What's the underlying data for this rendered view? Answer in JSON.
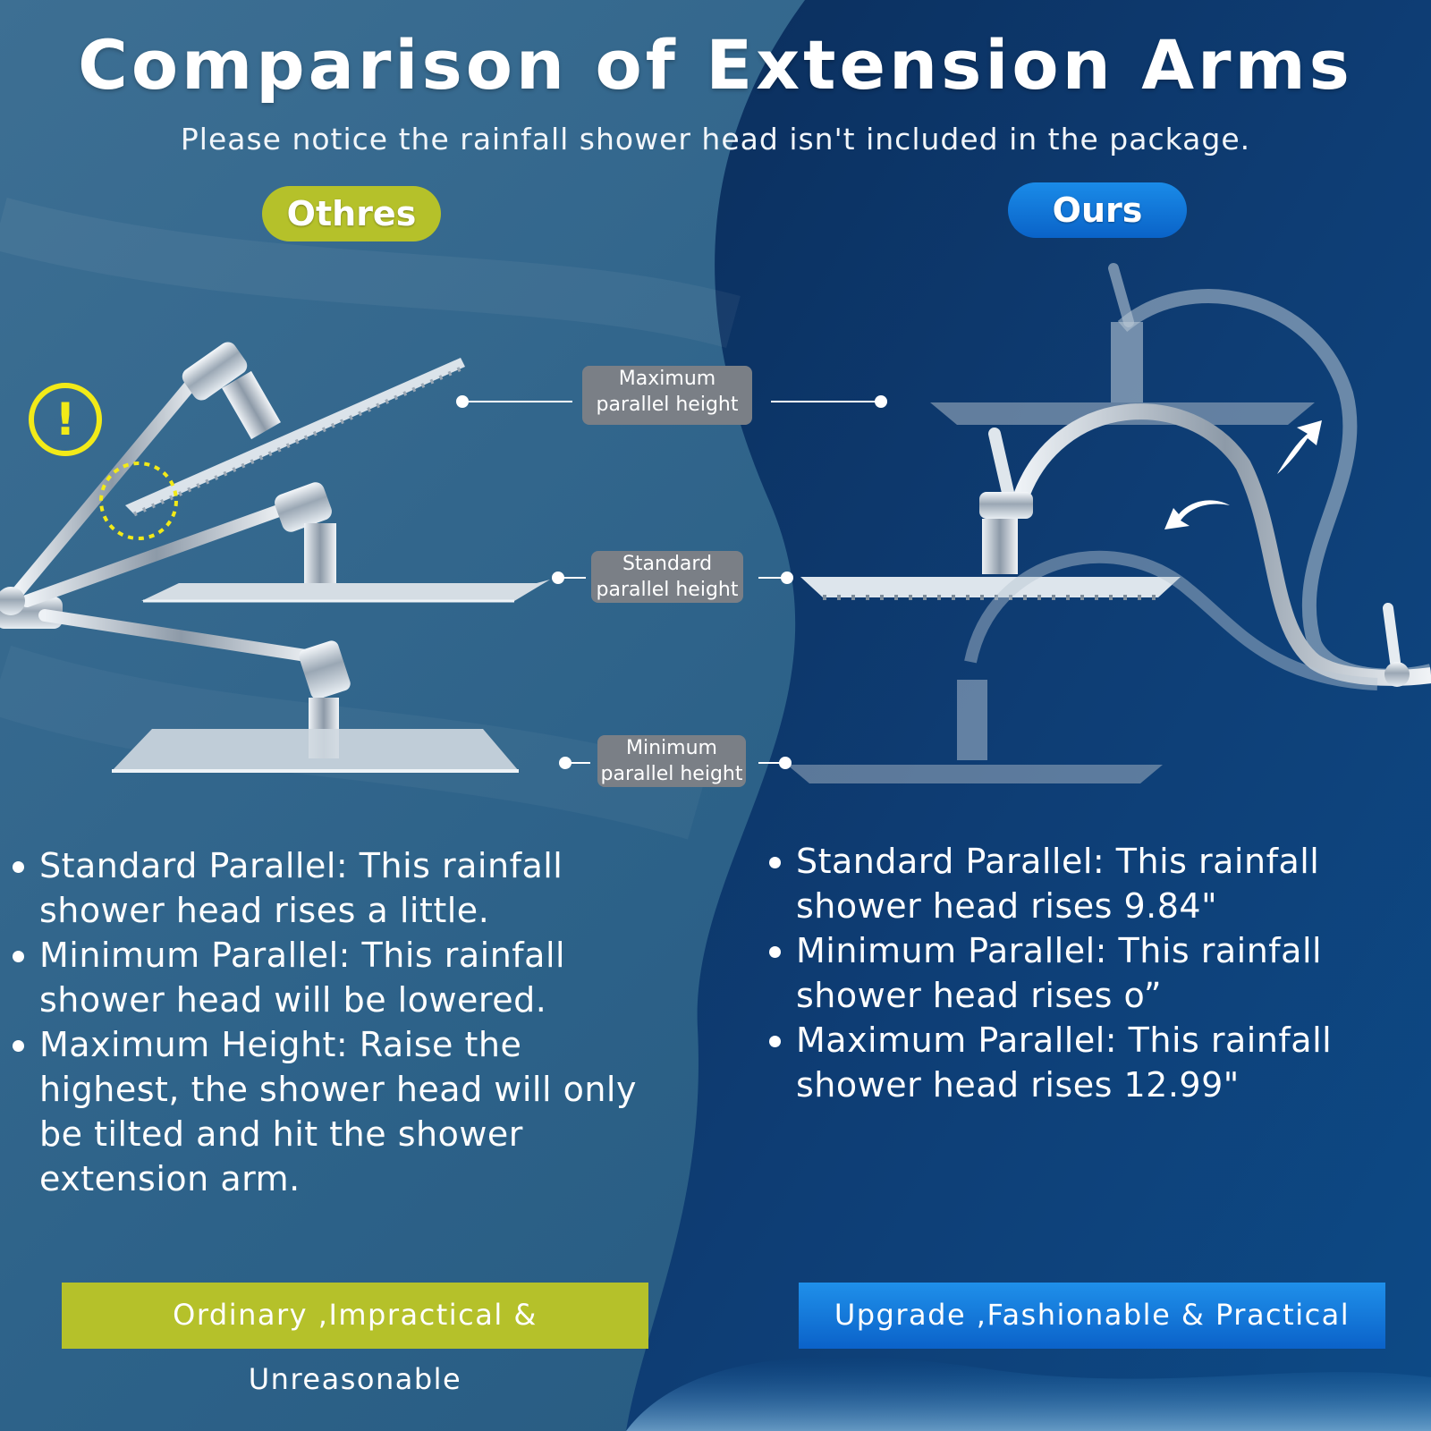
{
  "header": {
    "title": "Comparison of Extension Arms",
    "subtitle": "Please notice the rainfall shower head isn't included in the package."
  },
  "labels": {
    "others": "Othres",
    "ours": "Ours"
  },
  "height_tags": {
    "maximum": [
      "Maximum",
      "parallel height"
    ],
    "standard": [
      "Standard",
      "parallel height"
    ],
    "minimum": [
      "Minimum",
      "parallel height"
    ]
  },
  "others_points": [
    "Standard Parallel: This rainfall shower head rises a little.",
    "Minimum Parallel: This rainfall shower head will be lowered.",
    "Maximum Height: Raise the highest, the shower head will only be tilted and hit the shower extension arm."
  ],
  "ours_points": [
    "Standard Parallel: This rainfall shower head rises 9.84\"",
    "Minimum Parallel: This rainfall shower head rises o”",
    "Maximum Parallel: This rainfall shower head rises 12.99\""
  ],
  "banners": {
    "others": "Ordinary ,Impractical & Unreasonable",
    "ours": "Upgrade ,Fashionable & Practical"
  },
  "icons": {
    "warning": "warning-icon",
    "arrow_up": "curved-arrow-up-icon",
    "arrow_left": "curved-arrow-left-icon"
  },
  "colors": {
    "others_accent": "#b5c12a",
    "ours_accent": "#0a6fd6",
    "warning": "#f2ea18",
    "tag_bg": "#7a7f86"
  }
}
